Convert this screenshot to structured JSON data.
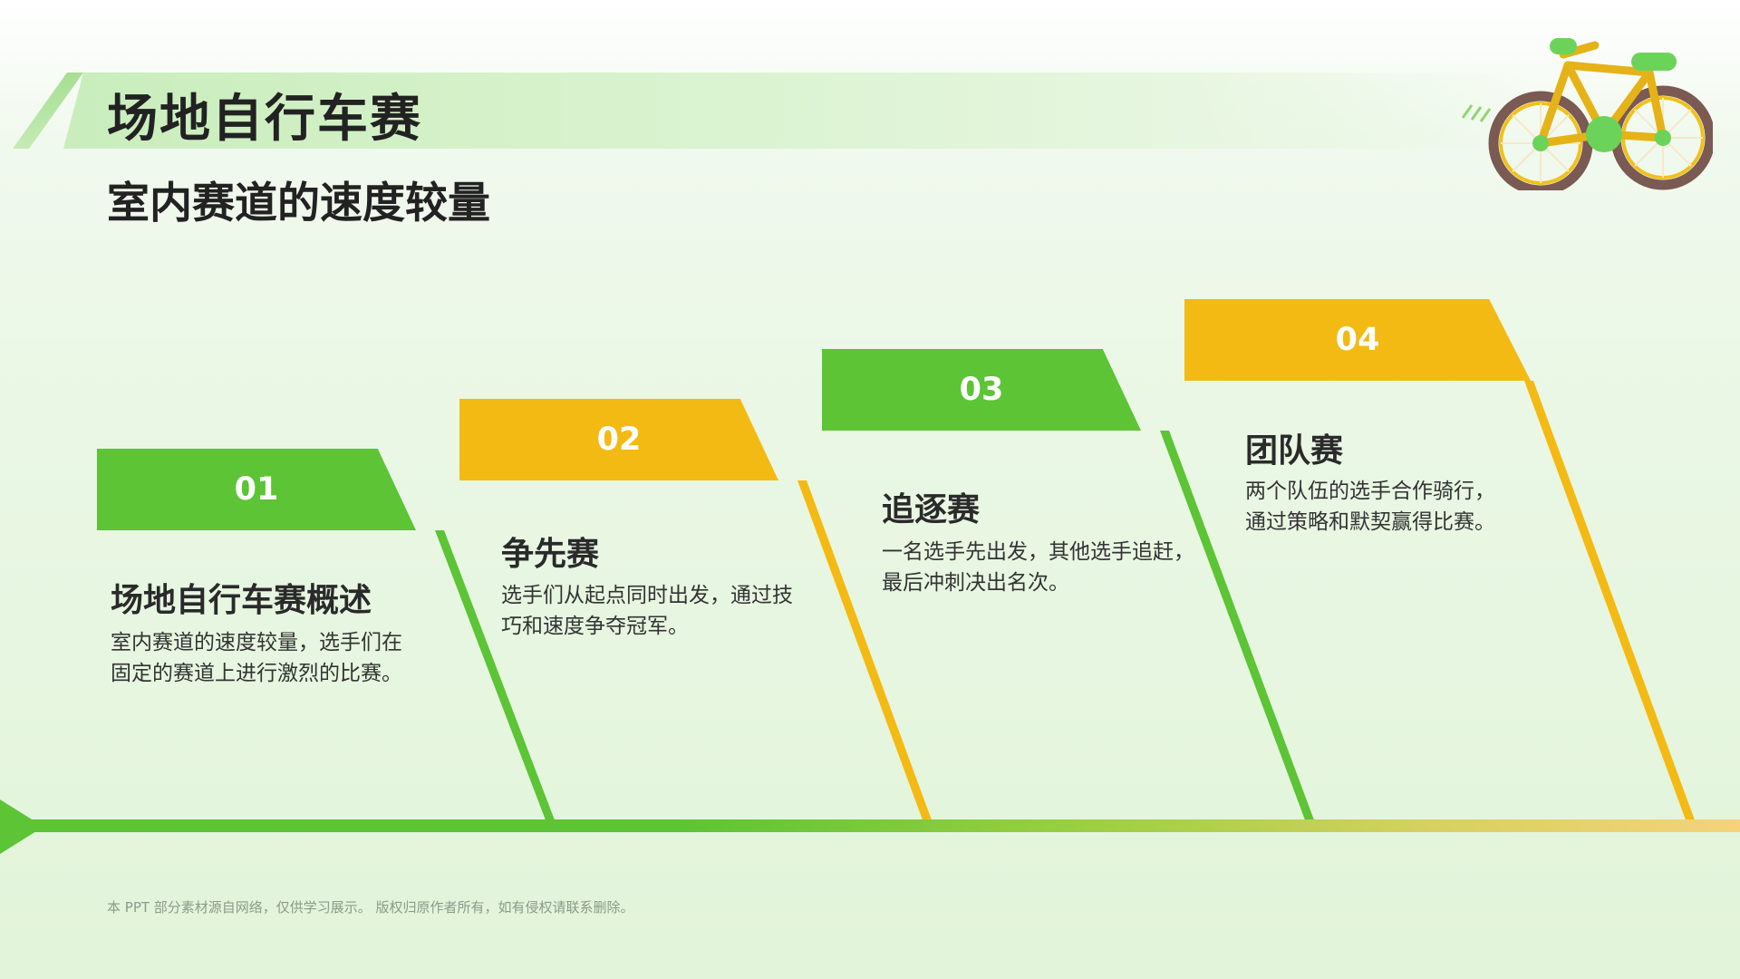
{
  "header": {
    "title": "场地自行车赛",
    "subtitle": "室内赛道的速度较量",
    "decoration_icon": "bicycle-icon"
  },
  "colors": {
    "green": "#5cc435",
    "yellow": "#f4ba14"
  },
  "steps": [
    {
      "number": "01",
      "title": "场地自行车赛概述",
      "description": "室内赛道的速度较量，选手们在\n固定的赛道上进行激烈的比赛。",
      "color": "green"
    },
    {
      "number": "02",
      "title": "争先赛",
      "description": "选手们从起点同时出发，通过技\n巧和速度争夺冠军。",
      "color": "yellow"
    },
    {
      "number": "03",
      "title": "追逐赛",
      "description": "一名选手先出发，其他选手追赶，\n最后冲刺决出名次。",
      "color": "green"
    },
    {
      "number": "04",
      "title": "团队赛",
      "description": "两个队伍的选手合作骑行，\n通过策略和默契赢得比赛。",
      "color": "yellow"
    }
  ],
  "footer": {
    "note": "本 PPT 部分素材源自网络，仅供学习展示。 版权归原作者所有，如有侵权请联系删除。"
  }
}
